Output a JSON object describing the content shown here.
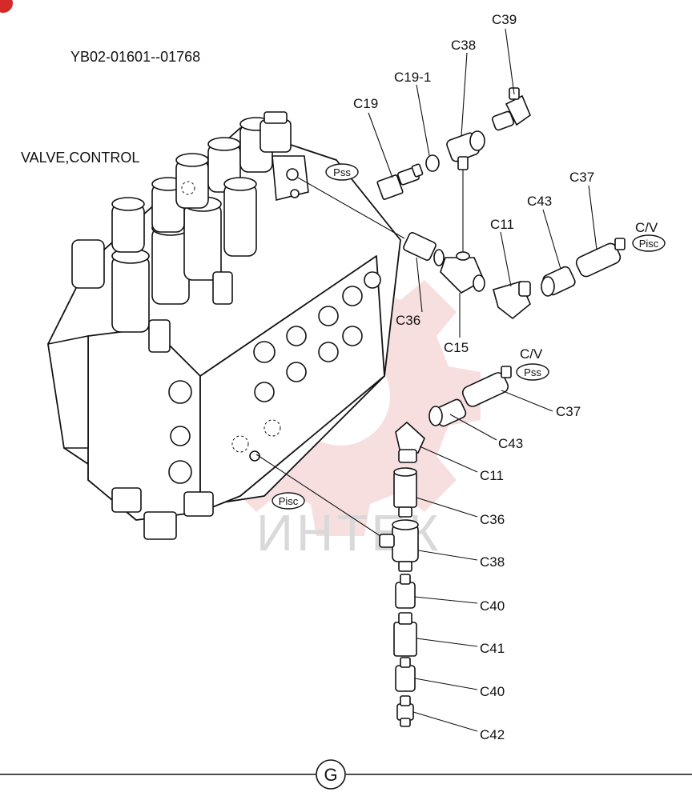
{
  "header": {
    "serial_range": "YB02-01601--01768",
    "assembly_name": "VALVE,CONTROL"
  },
  "watermark": {
    "text": "ИНТЕК"
  },
  "port_labels": {
    "pss_upper": "Pss",
    "pss_lower": "Pss",
    "pisc_upper": "Pisc",
    "pisc_lower": "Pisc",
    "cv_upper": "C/V",
    "cv_lower": "C/V"
  },
  "parts": {
    "c39": "C39",
    "c38_top": "C38",
    "c19_1": "C19-1",
    "c19": "C19",
    "c37_top": "C37",
    "c43_top": "C43",
    "c11_top": "C11",
    "c36_top": "C36",
    "c15": "C15",
    "c37_mid": "C37",
    "c43_mid": "C43",
    "c11_mid": "C11",
    "c36_mid": "C36",
    "c38_mid": "C38",
    "c40_a": "C40",
    "c41": "C41",
    "c40_b": "C40",
    "c42": "C42"
  },
  "footer": {
    "section_letter": "G"
  },
  "colors": {
    "watermark": "#e03030",
    "corner_badge": "#d42a2a"
  }
}
